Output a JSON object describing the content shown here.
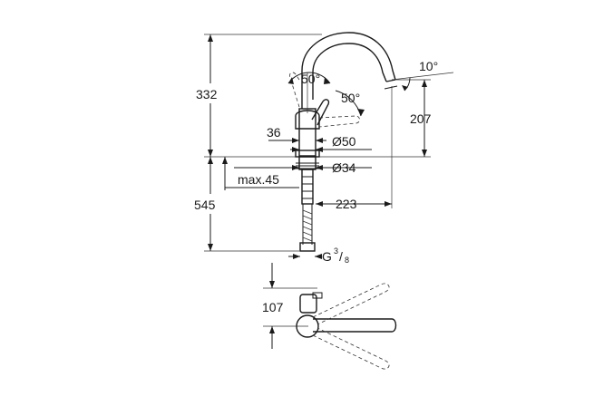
{
  "drawing": {
    "dimensions": {
      "total_top_height": "332",
      "spout_height": "207",
      "below_deck_length": "545",
      "spout_angle": "10°",
      "lever_angle_top": "50°",
      "lever_angle_side": "50°",
      "lever_offset": "36",
      "base_diameter": "Ø50",
      "hole_diameter": "Ø34",
      "max_deck_thickness": "max.45",
      "spout_reach": "223",
      "connection_thread": "G",
      "connection_thread_num": "3",
      "connection_thread_den": "8",
      "plan_lever_offset": "107"
    }
  }
}
